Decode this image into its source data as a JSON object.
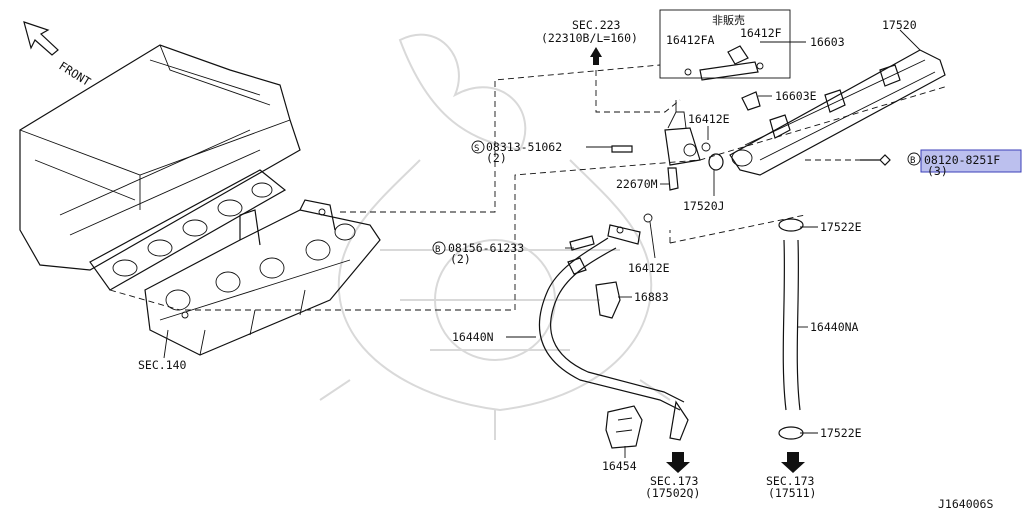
{
  "direction": "FRONT",
  "labels": {
    "sec223": "SEC.223",
    "sec223_sub": "(22310B/L=160)",
    "not_for_sale": "非販売",
    "p16412FA": "16412FA",
    "p16412F": "16412F",
    "p16603": "16603",
    "p17520": "17520",
    "p16603E": "16603E",
    "p16412E_top": "16412E",
    "screw_prefix": "S",
    "screw_part": "08313-51062",
    "screw_qty": "(2)",
    "bolt1_prefix": "B",
    "bolt1_part": "08120-8251F",
    "bolt1_qty": "(3)",
    "p22670M": "22670M",
    "p17520J": "17520J",
    "p17522E_top": "17522E",
    "bolt2_prefix": "B",
    "bolt2_part": "08156-61233",
    "bolt2_qty": "(2)",
    "p16412E_mid": "16412E",
    "p16883": "16883",
    "p16440N": "16440N",
    "p16440NA": "16440NA",
    "sec140": "SEC.140",
    "p17522E_bot": "17522E",
    "p16454": "16454",
    "sec173a": "SEC.173",
    "sec173a_sub": "(17502Q)",
    "sec173b": "SEC.173",
    "sec173b_sub": "(17511)",
    "diagram_id": "J164006S"
  },
  "highlight": {
    "part": "08120-8251F",
    "color": "#bcc0ee",
    "border": "#3b3fb8"
  },
  "watermark": {
    "color": "#d9d9d9"
  }
}
